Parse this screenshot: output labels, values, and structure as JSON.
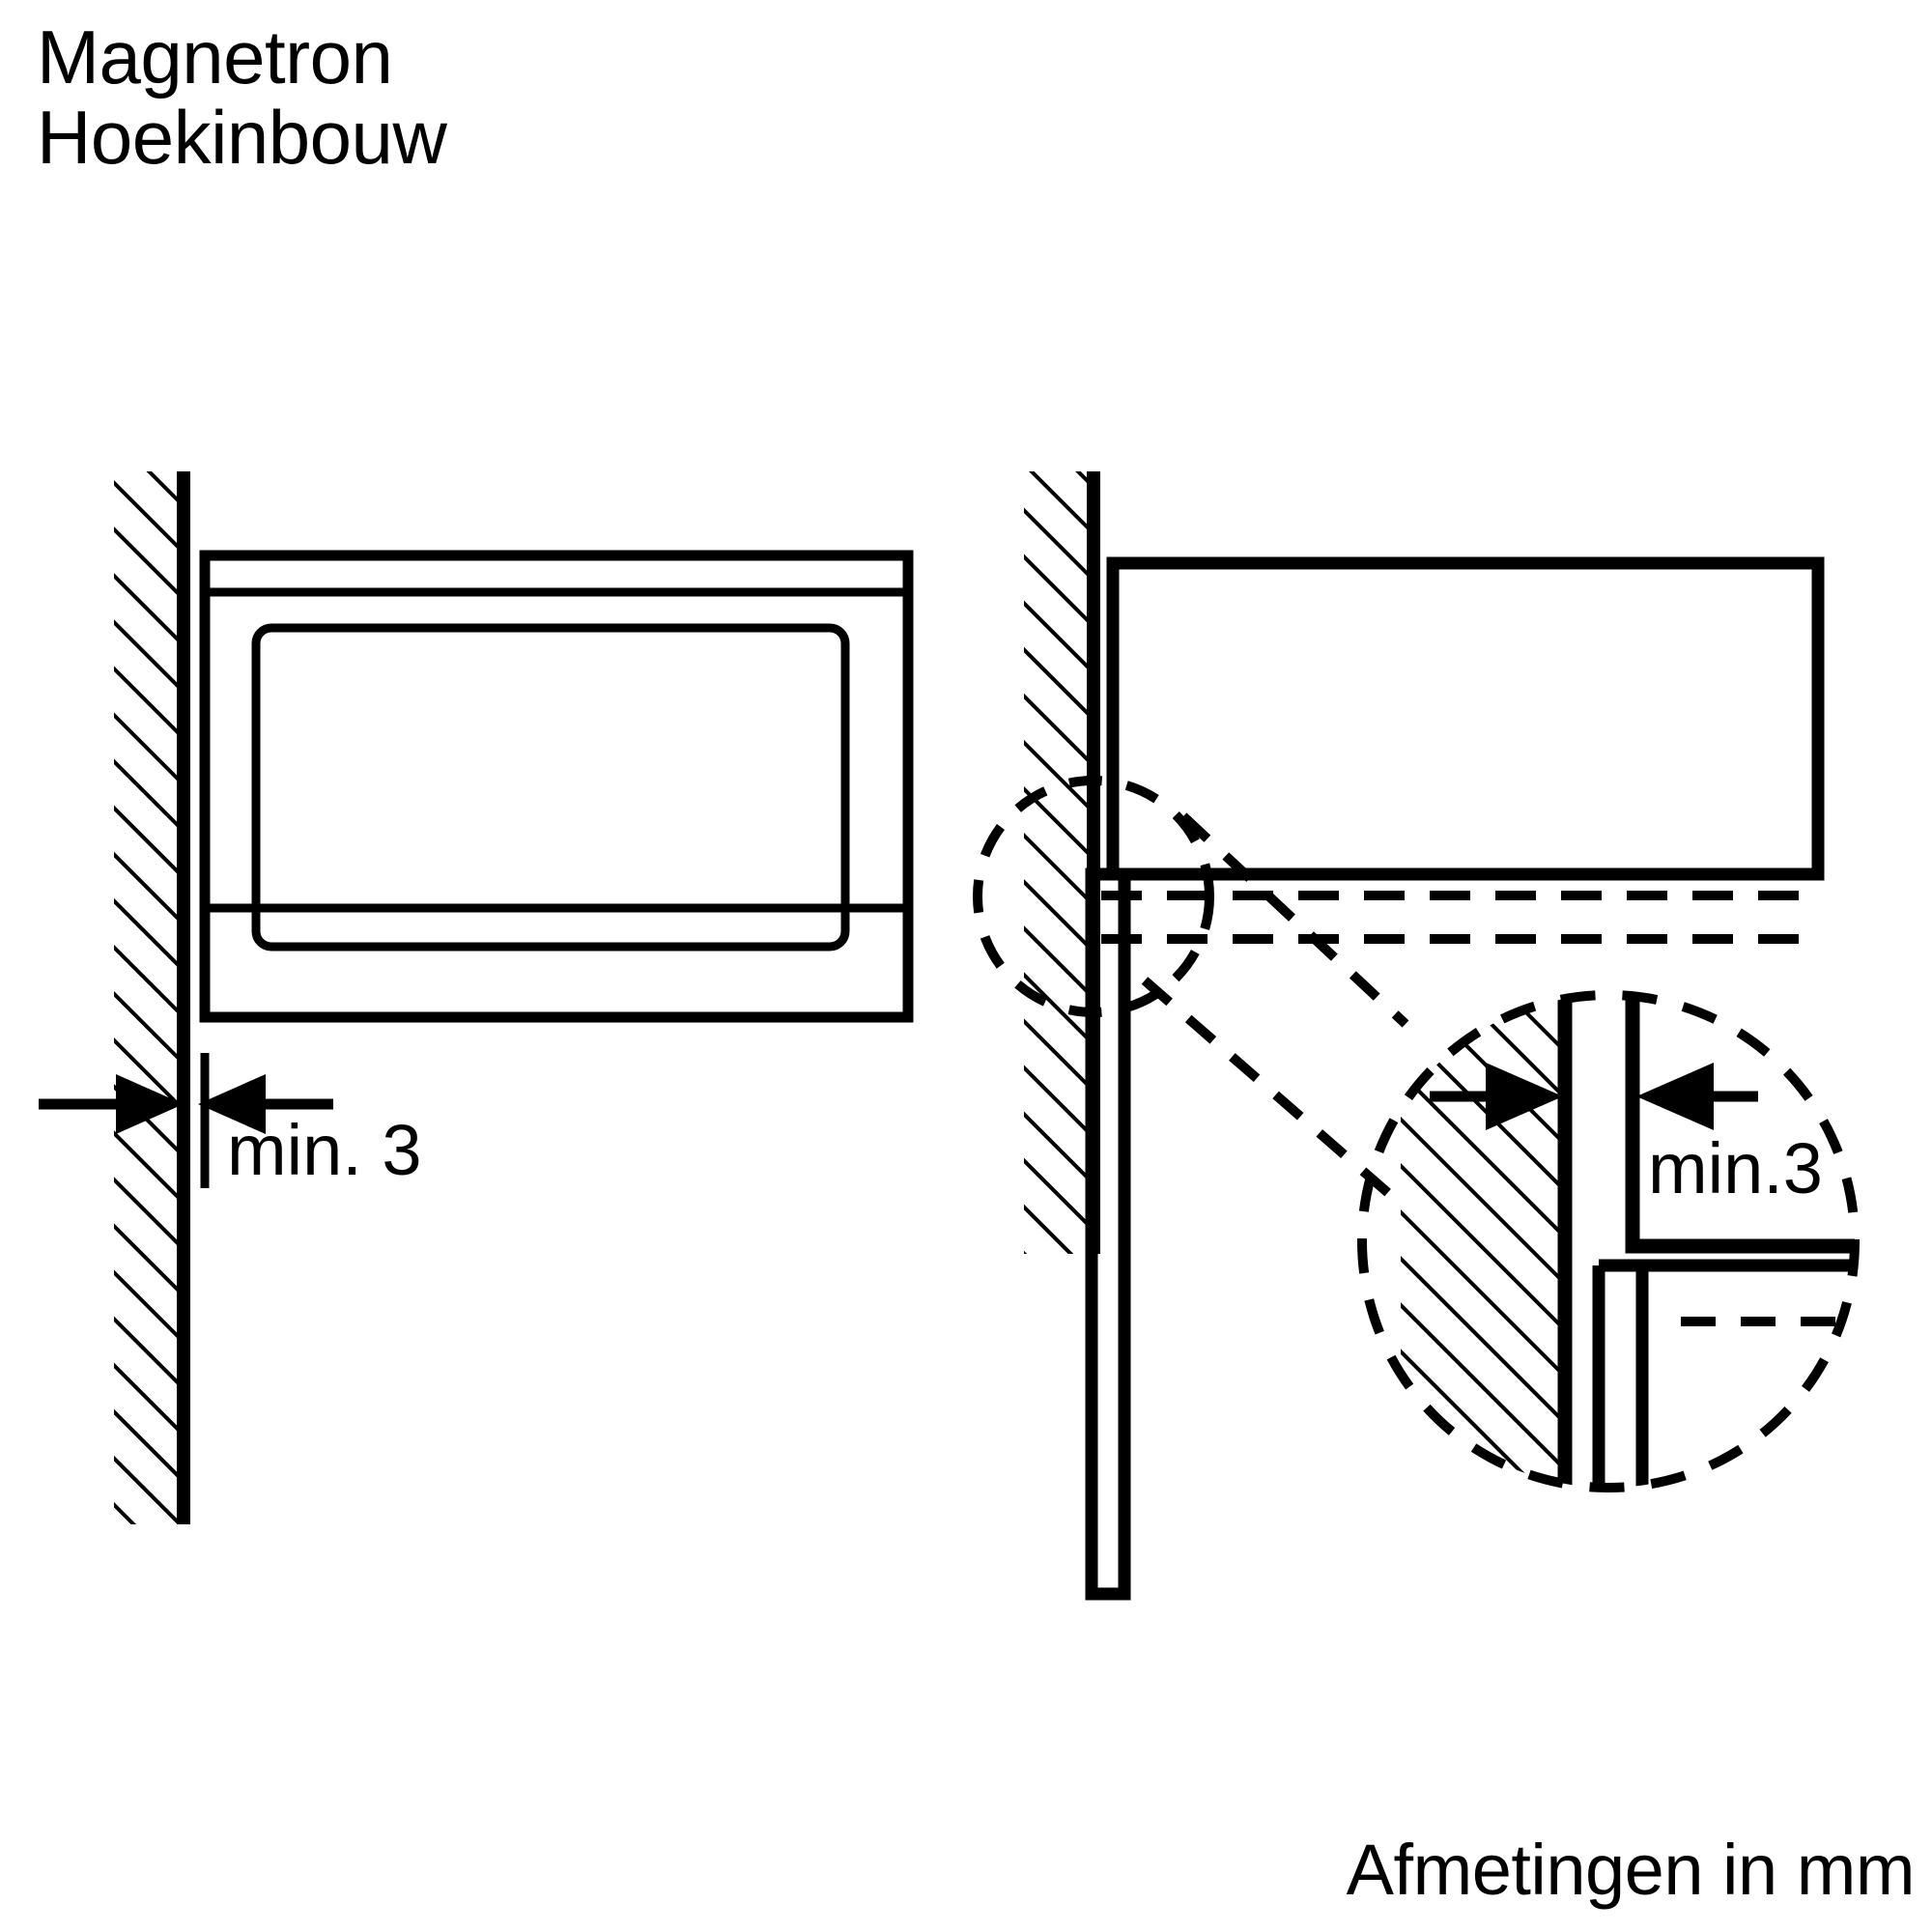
{
  "document": {
    "title_lines": [
      "Magnetron",
      "Hoekinbouw"
    ],
    "units_note": "Afmetingen in mm",
    "background_color": "#ffffff",
    "line_color": "#000000"
  },
  "figures": [
    {
      "id": "front-view",
      "name": "front-elevation-corner-installation",
      "dimension_label": "min. 3",
      "dimension_value": 3,
      "dimension_unit": "mm",
      "elements": [
        "hatched-wall",
        "microwave-body",
        "microwave-door-window",
        "dimension-arrows"
      ]
    },
    {
      "id": "top-view",
      "name": "top-plan-corner-installation",
      "dimension_label": "min.3",
      "dimension_value": 3,
      "dimension_unit": "mm",
      "elements": [
        "hatched-wall",
        "microwave-body",
        "door-panel",
        "hidden-outline-dashed",
        "detail-callout-circle",
        "detail-enlargement",
        "dimension-arrows"
      ]
    }
  ],
  "labels": {
    "left_dimension": "min. 3",
    "right_dimension": "min.3"
  }
}
